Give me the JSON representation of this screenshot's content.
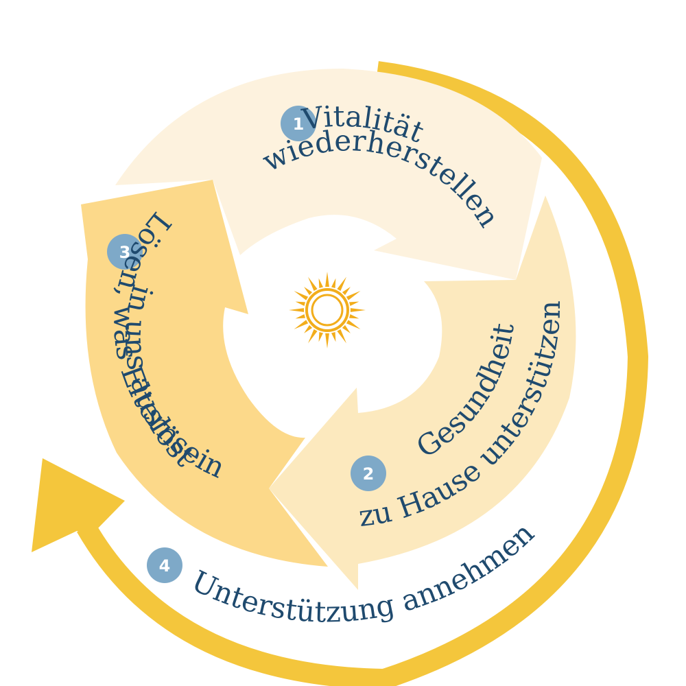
{
  "steps": [
    {
      "number": "1",
      "line1": "Vitalität",
      "line2": "wiederherstellen"
    },
    {
      "number": "2",
      "line1": "Gesundheit",
      "line2": "zu Hause unterstützen"
    },
    {
      "number": "3",
      "line1": "Lösen, was Elternsein",
      "line2": "in uns auslöst"
    },
    {
      "number": "4",
      "line1": "Unterstützung annehmen"
    }
  ],
  "colors": {
    "segment1": "#fdf2de",
    "segment2": "#fce9be",
    "segment3": "#fcd98a",
    "outer_arrow": "#f4c63c",
    "badge": "#7ea9c8",
    "text": "#1f4a6e",
    "sun": "#f2ad1b"
  },
  "icons": {
    "center": "sun-icon"
  }
}
